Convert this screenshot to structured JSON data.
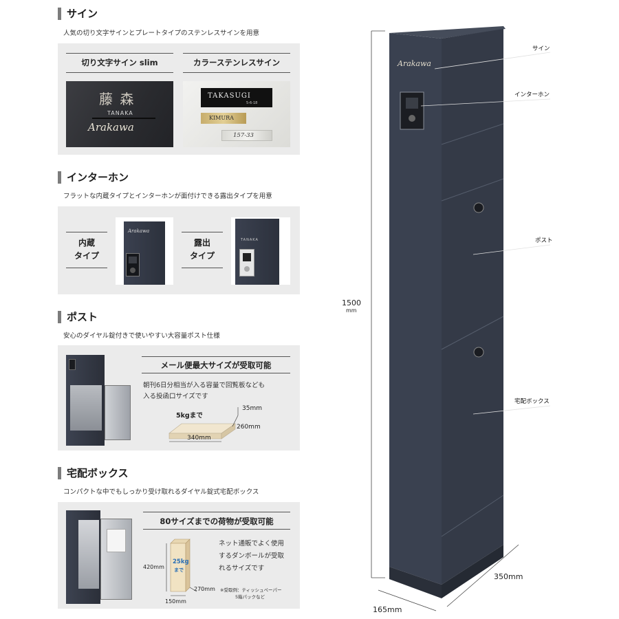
{
  "sections": {
    "sign": {
      "title": "サイン",
      "desc": "人気の切り文字サインとプレートタイプのステンレスサインを用意",
      "col1_title": "切り文字サイン slim",
      "col2_title": "カラーステンレスサイン",
      "sample_kanji": "藤 森",
      "sample_tanaka": "TANAKA",
      "sample_script": "Arakawa",
      "plate_takasugi": "TAKASUGI",
      "plate_takasugi_sub": "5-6-18",
      "plate_kimura": "KIMURA",
      "plate_number": "157-33"
    },
    "intercom": {
      "title": "インターホン",
      "desc": "フラットな内蔵タイプとインターホンが面付けできる露出タイプを用意",
      "type1_line1": "内蔵",
      "type1_line2": "タイプ",
      "type2_line1": "露出",
      "type2_line2": "タイプ",
      "sign_script": "Arakawa",
      "sign_plate": "TANAKA"
    },
    "post": {
      "title": "ポスト",
      "desc": "安心のダイヤル錠付きで使いやすい大容量ポスト仕様",
      "box_title": "メール便最大サイズが受取可能",
      "body_line1": "朝刊6日分相当が入る容量で回覧板なども",
      "body_line2": "入る投函口サイズです",
      "weight": "5kgまで",
      "dim_h": "35mm",
      "dim_d": "260mm",
      "dim_w": "340mm"
    },
    "delivery": {
      "title": "宅配ボックス",
      "desc": "コンパクトな中でもしっかり受け取れるダイヤル錠式宅配ボックス",
      "box_title": "80サイズまでの荷物が受取可能",
      "body_line1": "ネット通販でよく使用",
      "body_line2": "するダンボールが受取",
      "body_line3": "れるサイズです",
      "weight_num": "25kg",
      "weight_unit": "まで",
      "dim_h": "420mm",
      "dim_d": "270mm",
      "dim_w": "150mm",
      "note1": "※受取例：ティッシュペーパー",
      "note2": "5箱パックなど"
    }
  },
  "product": {
    "sign_script": "Arakawa",
    "height_value": "1500",
    "height_unit": "mm",
    "width": "165mm",
    "depth": "350mm",
    "callouts": {
      "sign": "サイン",
      "intercom": "インターホン",
      "post": "ポスト",
      "delivery": "宅配ボックス"
    }
  },
  "colors": {
    "body_dark": "#333a47",
    "panel_bg": "#ebebeb",
    "gold": "#c9b27a"
  }
}
